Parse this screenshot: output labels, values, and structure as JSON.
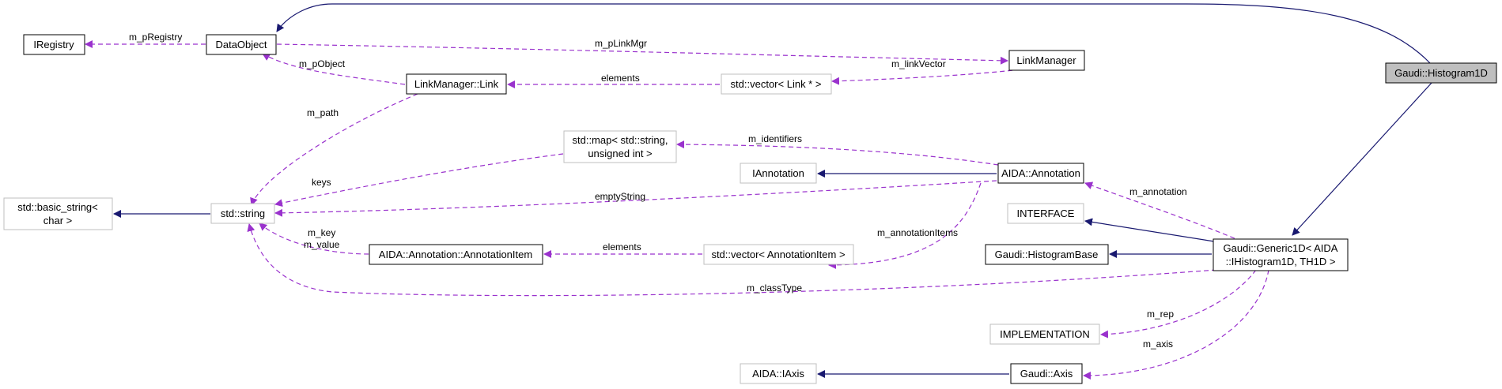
{
  "nodes": {
    "gaudi_histogram1d": "Gaudi::Histogram1D",
    "dataobject": "DataObject",
    "iregistry": "IRegistry",
    "linkmanager": "LinkManager",
    "linkmanager_link": "LinkManager::Link",
    "vector_link": "std::vector< Link * >",
    "map_string": [
      "std::map< std::string,",
      "unsigned int >"
    ],
    "iannotation": "IAnnotation",
    "aida_annotation": "AIDA::Annotation",
    "basic_string": [
      "std::basic_string<",
      "char >"
    ],
    "std_string": "std::string",
    "interface": "INTERFACE",
    "histogrambase": "Gaudi::HistogramBase",
    "generic1d": [
      "Gaudi::Generic1D< AIDA",
      "::IHistogram1D, TH1D >"
    ],
    "annotationitem": "AIDA::Annotation::AnnotationItem",
    "vector_annotationitem": "std::vector< AnnotationItem >",
    "implementation": "IMPLEMENTATION",
    "aida_iaxis": "AIDA::IAxis",
    "gaudi_axis": "Gaudi::Axis"
  },
  "edge_labels": {
    "m_pRegistry": "m_pRegistry",
    "m_pLinkMgr": "m_pLinkMgr",
    "m_pObject": "m_pObject",
    "elements_link": "elements",
    "m_linkVector": "m_linkVector",
    "m_path": "m_path",
    "m_identifiers": "m_identifiers",
    "keys": "keys",
    "emptyString": "emptyString",
    "m_annotation": "m_annotation",
    "m_annotationItems": "m_annotationItems",
    "m_key": "m_key",
    "m_value": "m_value",
    "elements_item": "elements",
    "m_classType": "m_classType",
    "m_rep": "m_rep",
    "m_axis": "m_axis"
  },
  "colors": {
    "inheritance": "#191970",
    "usage": "#9a32cd",
    "highlight_fill": "#bfbfbf",
    "normal_border": "#000000",
    "external_border": "#bfbfbf"
  }
}
